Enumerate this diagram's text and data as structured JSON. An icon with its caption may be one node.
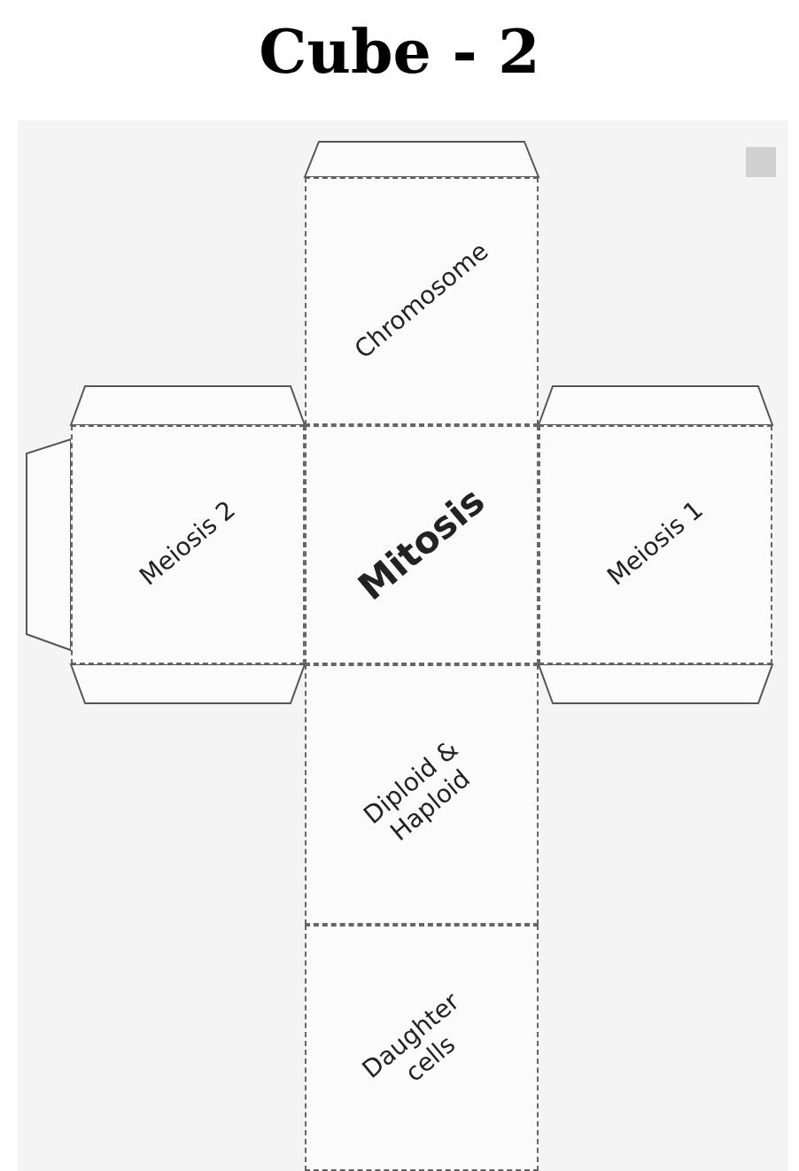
{
  "diagram": {
    "title": "Cube - 2",
    "nodes": [
      {
        "text": [
          "Chromosome"
        ]
      },
      {
        "text": [
          "Meiosis 2"
        ]
      },
      {
        "text": [
          "Mitosis"
        ]
      },
      {
        "text": [
          "Meiosis 1"
        ]
      },
      {
        "text": [
          "Diploid & Haploid"
        ]
      },
      {
        "text": [
          "Daughter cells"
        ]
      }
    ]
  }
}
